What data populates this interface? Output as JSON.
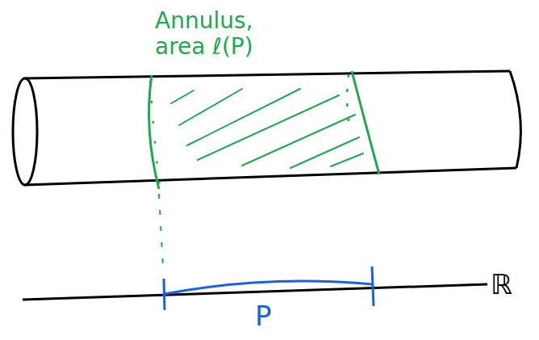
{
  "diagram": {
    "labels": [
      "Annulus, area ℓ(P)",
      "P",
      "ℝ"
    ]
  }
}
